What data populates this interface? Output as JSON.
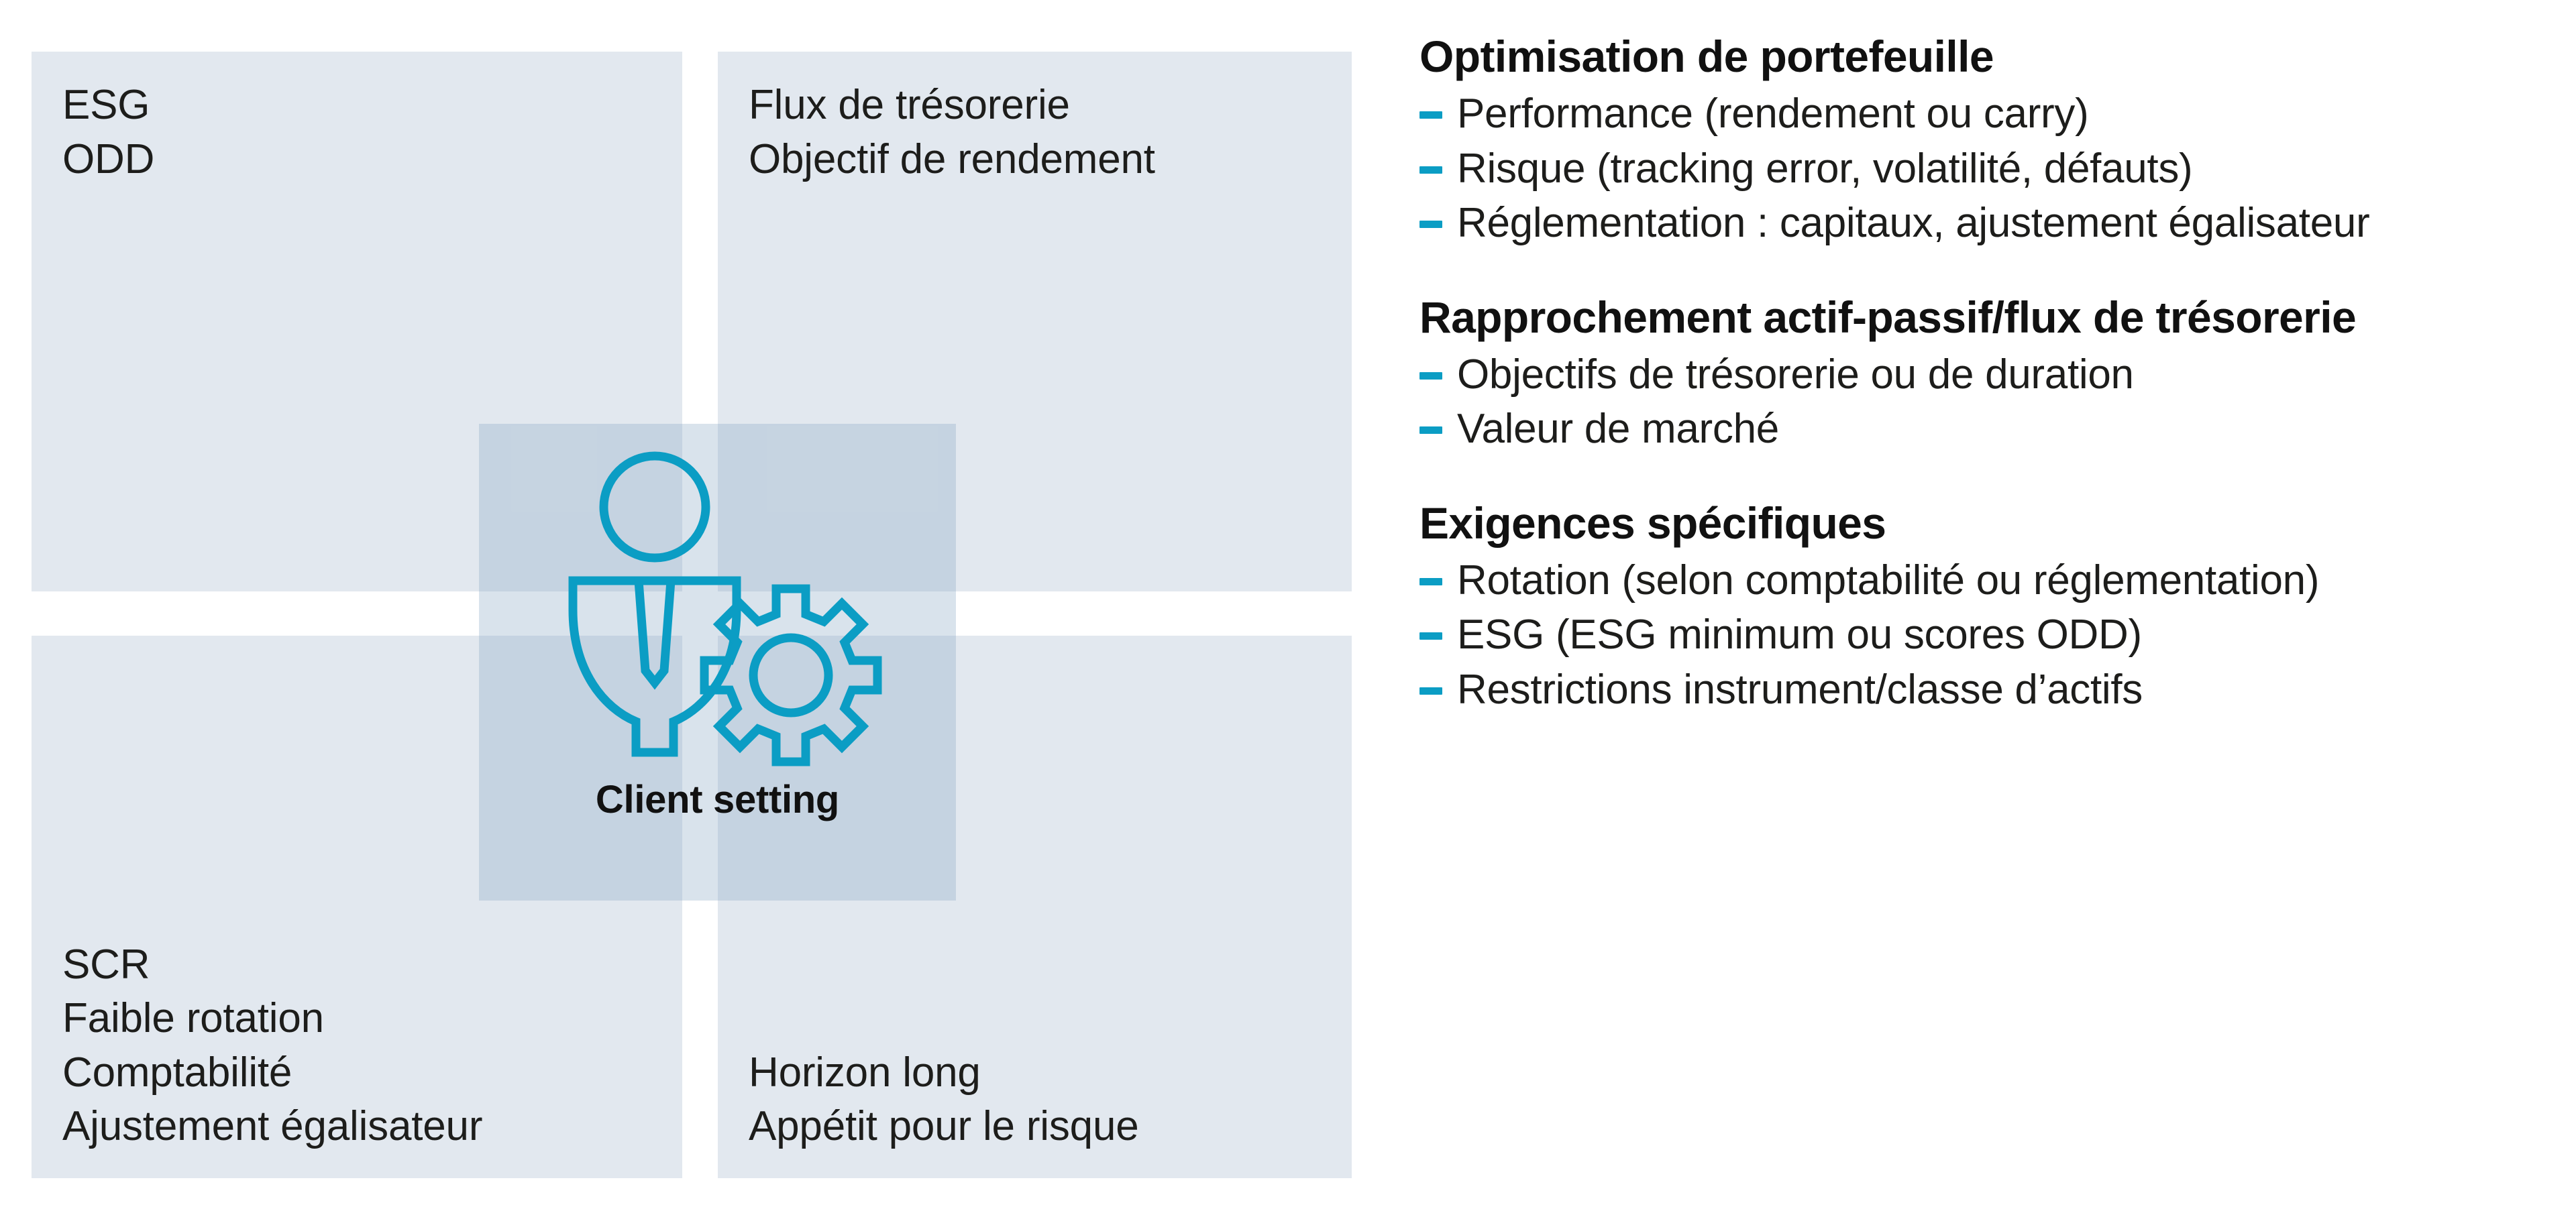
{
  "matrix": {
    "quadrants": [
      {
        "id": "top-left",
        "text": "ESG\nODD"
      },
      {
        "id": "top-right",
        "text": "Flux de trésorerie\nObjectif de rendement"
      },
      {
        "id": "bottom-left",
        "text": "SCR\nFaible rotation\nComptabilité\nAjustement égalisateur"
      },
      {
        "id": "bottom-right",
        "text": "Horizon long\nAppétit pour le risque"
      }
    ],
    "center": {
      "label": "Client setting",
      "icon": "person-with-gear-icon"
    }
  },
  "sections": [
    {
      "heading": "Optimisation de portefeuille",
      "bullets": [
        "Performance (rendement ou carry)",
        "Risque (tracking error, volatilité, défauts)",
        "Réglementation : capitaux, ajustement égalisateur"
      ]
    },
    {
      "heading": "Rapprochement actif-passif/flux de trésorerie",
      "bullets": [
        "Objectifs de trésorerie ou de duration",
        "Valeur de marché"
      ]
    },
    {
      "heading": "Exigences spécifiques",
      "bullets": [
        "Rotation (selon comptabilité ou réglementation)",
        "ESG (ESG minimum ou scores ODD)",
        "Restrictions instrument/classe d’actifs"
      ]
    }
  ],
  "colors": {
    "accent_teal": "#0b9dc4",
    "panel_blue": "#e2e8ef",
    "center_overlay": "#c6d3df",
    "text_dark": "#1d1d1b",
    "background": "#ffffff"
  }
}
